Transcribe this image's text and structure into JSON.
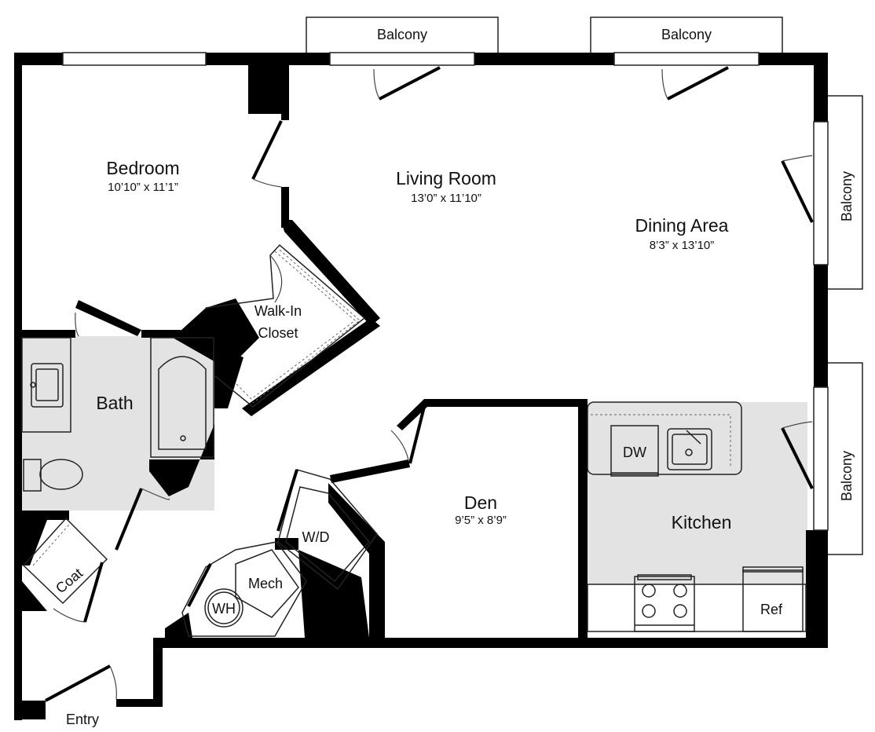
{
  "rooms": {
    "bedroom": {
      "name": "Bedroom",
      "dims": "10’10” x 11’1”"
    },
    "living": {
      "name": "Living Room",
      "dims": "13’0” x 11’10”"
    },
    "dining": {
      "name": "Dining Area",
      "dims": "8’3” x 13’10”"
    },
    "den": {
      "name": "Den",
      "dims": "9’5” x 8’9”"
    },
    "kitchen": {
      "name": "Kitchen"
    },
    "bath": {
      "name": "Bath"
    },
    "closet": {
      "line1": "Walk-In",
      "line2": "Closet"
    },
    "entry": {
      "name": "Entry"
    }
  },
  "labels": {
    "balcony": "Balcony",
    "coat": "Coat",
    "wd": "W/D",
    "mech": "Mech",
    "wh": "WH",
    "dw": "DW",
    "ref": "Ref"
  },
  "colors": {
    "wall": "#000000",
    "wet_floor": "#e3e3e3"
  }
}
